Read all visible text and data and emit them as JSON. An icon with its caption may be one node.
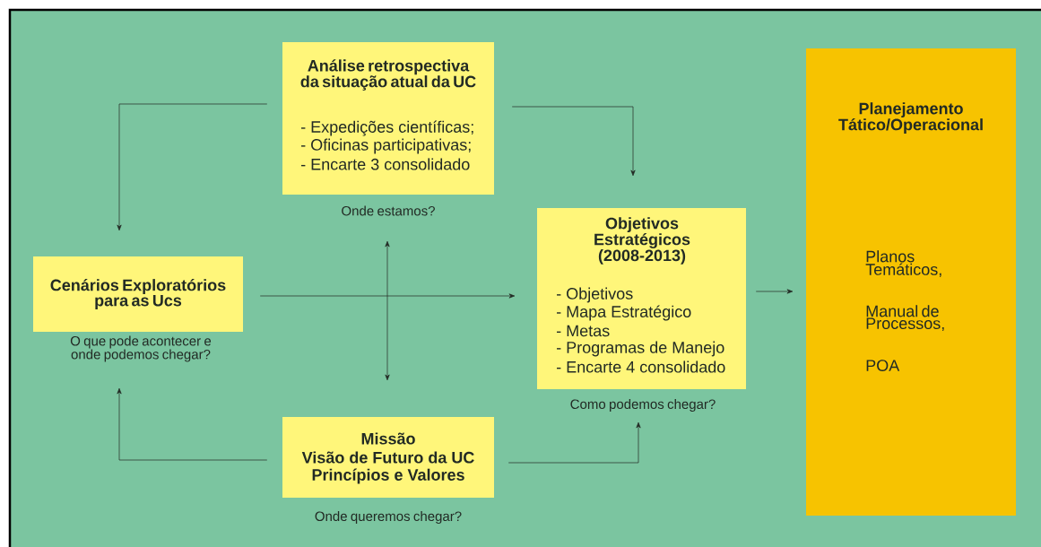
{
  "diagram": {
    "nodes": [
      {
        "text": [
          "Análise retrospectiva da situação atual da UC",
          "- Expedições científicas;",
          "- Oficinas participativas;",
          "- Encarte 3 consolidado"
        ],
        "beside": [
          "Onde estamos?"
        ]
      },
      {
        "text": [
          "Cenários Exploratórios para as Ucs"
        ],
        "beside": [
          "O que pode acontecer e onde podemos chegar?"
        ]
      },
      {
        "text": [
          "Objetivos Estratégicos (2008-2013)",
          "- Objetivos",
          "- Mapa Estratégico",
          "- Metas",
          "- Programas de Manejo",
          "- Encarte 4 consolidado"
        ],
        "beside": [
          "Como podemos chegar?"
        ]
      },
      {
        "text": [
          "Missão",
          "Visão de Futuro da UC",
          "Princípios e Valores"
        ],
        "beside": [
          "Onde queremos chegar?"
        ]
      },
      {
        "text": [
          "Planejamento Tático/Operacional",
          "Planos Temáticos,",
          "Manual de Processos,",
          "POA"
        ]
      }
    ],
    "edges": [
      {
        "from": 0,
        "to": 1,
        "arrow": "to"
      },
      {
        "from": 0,
        "to": 2,
        "arrow": "to"
      },
      {
        "from": 1,
        "to": 2,
        "arrow": "to"
      },
      {
        "from": 0,
        "to": 3,
        "arrow": "both"
      },
      {
        "from": 3,
        "to": 1,
        "arrow": "to"
      },
      {
        "from": 3,
        "to": 2,
        "arrow": "to"
      },
      {
        "from": 2,
        "to": 4,
        "arrow": "to"
      }
    ]
  }
}
